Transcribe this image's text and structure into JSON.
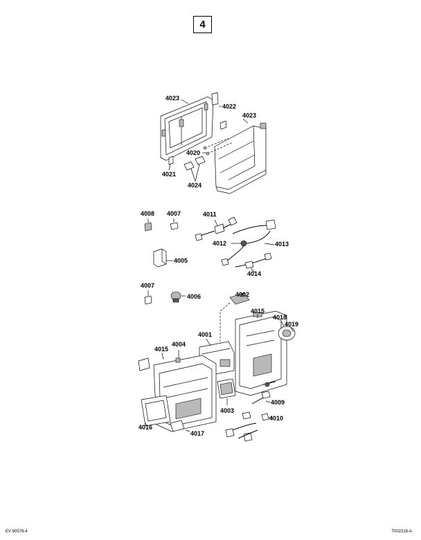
{
  "page": {
    "number": "4"
  },
  "footer": {
    "left": "EV 90578-4",
    "right": "T002318-A"
  },
  "callouts": {
    "c4023a": "4023",
    "c4022": "4022",
    "c4023b": "4023",
    "c4020": "4020",
    "c4021": "4021",
    "c4024": "4024",
    "c4008": "4008",
    "c4007a": "4007",
    "c4011": "4011",
    "c4012": "4012",
    "c4013": "4013",
    "c4014": "4014",
    "c4005": "4005",
    "c4007b": "4007",
    "c4006": "4006",
    "c4002": "4002",
    "c4015a": "4015",
    "c4018": "4018",
    "c4019": "4019",
    "c4001": "4001",
    "c4004": "4004",
    "c4015b": "4015",
    "c4009": "4009",
    "c4003": "4003",
    "c4010": "4010",
    "c4016": "4016",
    "c4017": "4017"
  }
}
